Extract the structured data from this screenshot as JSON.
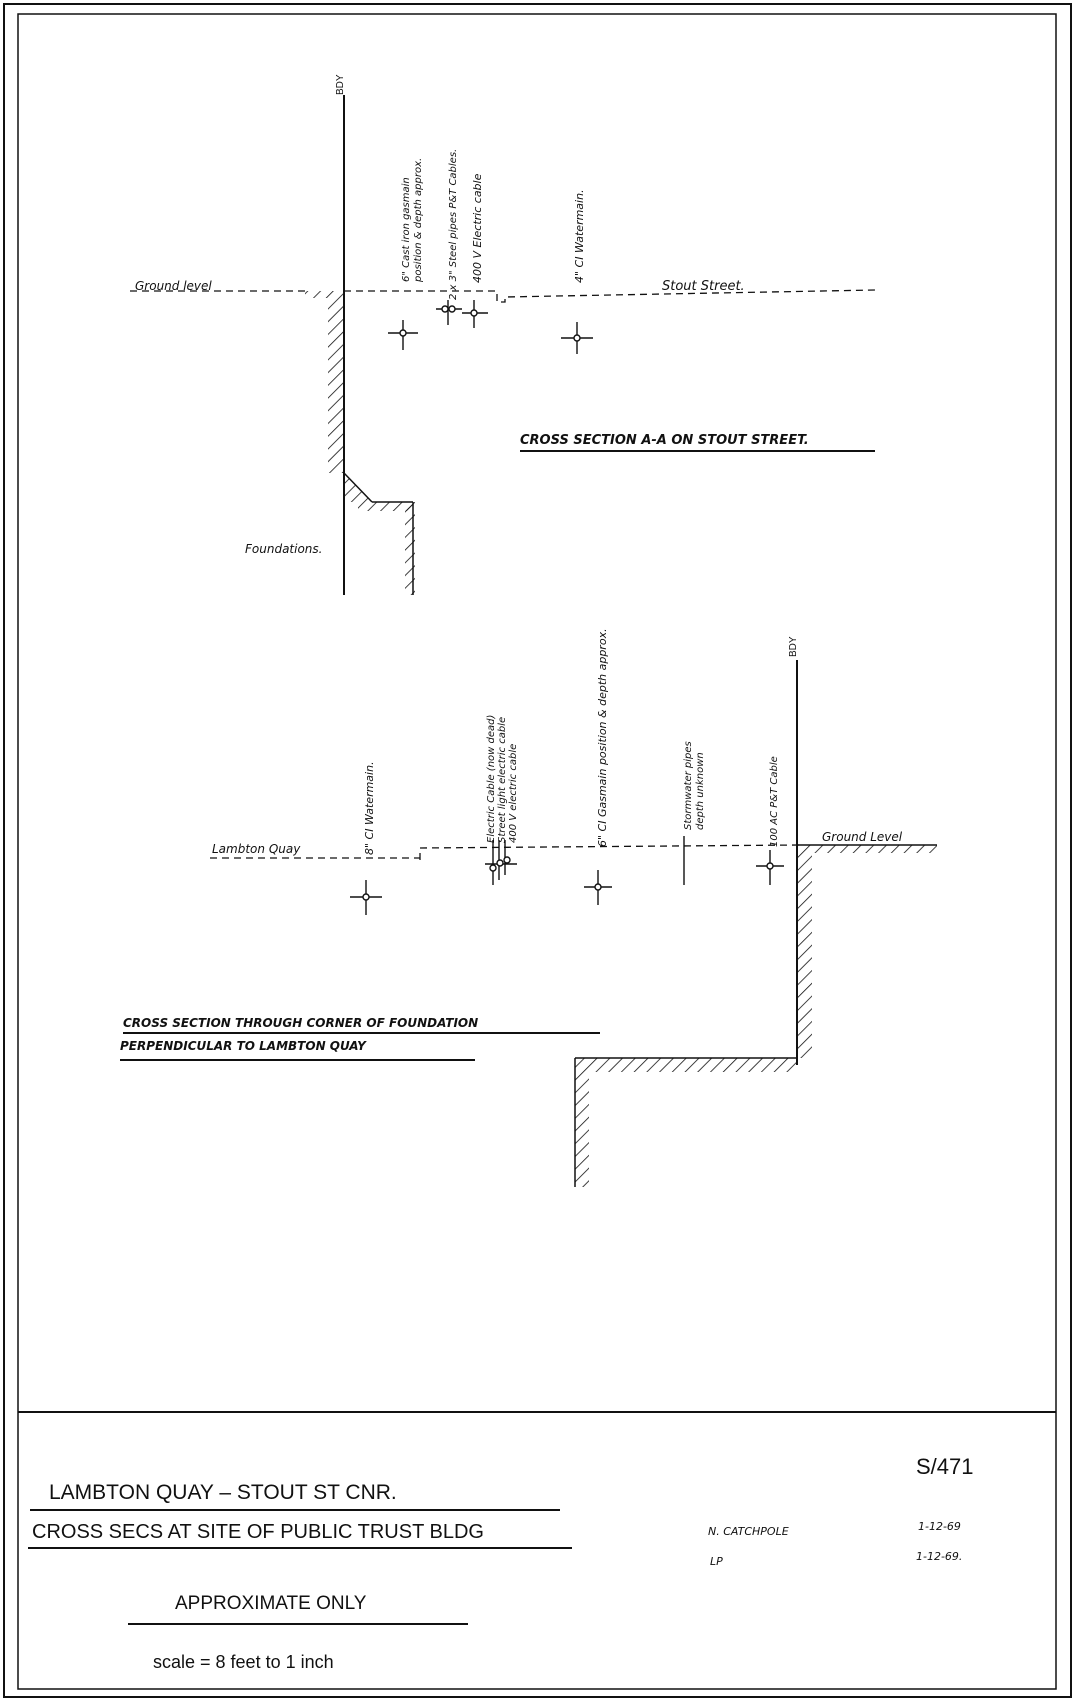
{
  "section_aa": {
    "boundary_label": "BDY",
    "ground_label": "Ground level",
    "street_label": "Stout Street.",
    "foundations_label": "Foundations.",
    "title": "CROSS SECTION A-A ON STOUT STREET.",
    "services": [
      {
        "label_line1": "6\" Cast iron gasmain",
        "label_line2": "position & depth approx."
      },
      {
        "label_line1": "2 x 3\" Steel pipes P&T Cables.",
        "label_line2": ""
      },
      {
        "label_line1": "400 V Electric cable",
        "label_line2": ""
      },
      {
        "label_line1": "4\" CI Watermain.",
        "label_line2": ""
      }
    ]
  },
  "section_lambton": {
    "boundary_label": "BDY",
    "street_label": "Lambton Quay",
    "ground_label": "Ground Level",
    "title_line1": "CROSS SECTION THROUGH CORNER OF FOUNDATION",
    "title_line2": "PERPENDICULAR TO LAMBTON QUAY",
    "services": [
      {
        "label_line1": "8\" CI Watermain.",
        "label_line2": ""
      },
      {
        "label_line1": "Electric Cable (now dead)",
        "label_line2": ""
      },
      {
        "label_line1": "Street light electric cable",
        "label_line2": ""
      },
      {
        "label_line1": "400 V electric cable",
        "label_line2": ""
      },
      {
        "label_line1": "6\" CI Gasmain position & depth approx.",
        "label_line2": ""
      },
      {
        "label_line1": "Stormwater pipes",
        "label_line2": "depth unknown"
      },
      {
        "label_line1": "100 AC P&T Cable",
        "label_line2": ""
      }
    ]
  },
  "title_block": {
    "drawing_number": "S/471",
    "title_line1": "LAMBTON QUAY – STOUT ST CNR.",
    "title_line2": "CROSS SECS AT SITE OF PUBLIC TRUST BLDG",
    "note": "APPROXIMATE ONLY",
    "scale": "scale = 8 feet to 1 inch",
    "drawn_by": "N. CATCHPOLE",
    "checked_by": "LP",
    "drawn_date": "1-12-69",
    "checked_date": "1-12-69."
  }
}
